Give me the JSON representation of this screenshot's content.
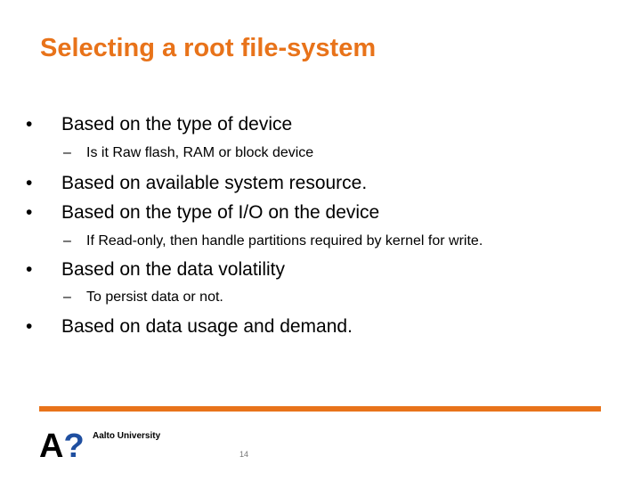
{
  "slide": {
    "title": "Selecting a root file-system",
    "bullet_symbol": "•",
    "sub_symbol": "–",
    "bullets": [
      {
        "text": "Based on the type of device"
      },
      {
        "text": "Is it Raw flash, RAM or block device"
      },
      {
        "text": "Based on available system resource."
      },
      {
        "text": "Based on the type of I/O on the device"
      },
      {
        "text": "If Read-only, then handle partitions required by kernel for write."
      },
      {
        "text": "Based on the data volatility"
      },
      {
        "text": "To persist data or not."
      },
      {
        "text": "Based on data usage and demand."
      }
    ],
    "page_number": "14"
  },
  "footer": {
    "logo_text": "Aalto University",
    "logo_mark": "A?"
  },
  "colors": {
    "accent": "#e8731a",
    "logo_a": "#000000",
    "logo_question": "#1f4fa0"
  }
}
